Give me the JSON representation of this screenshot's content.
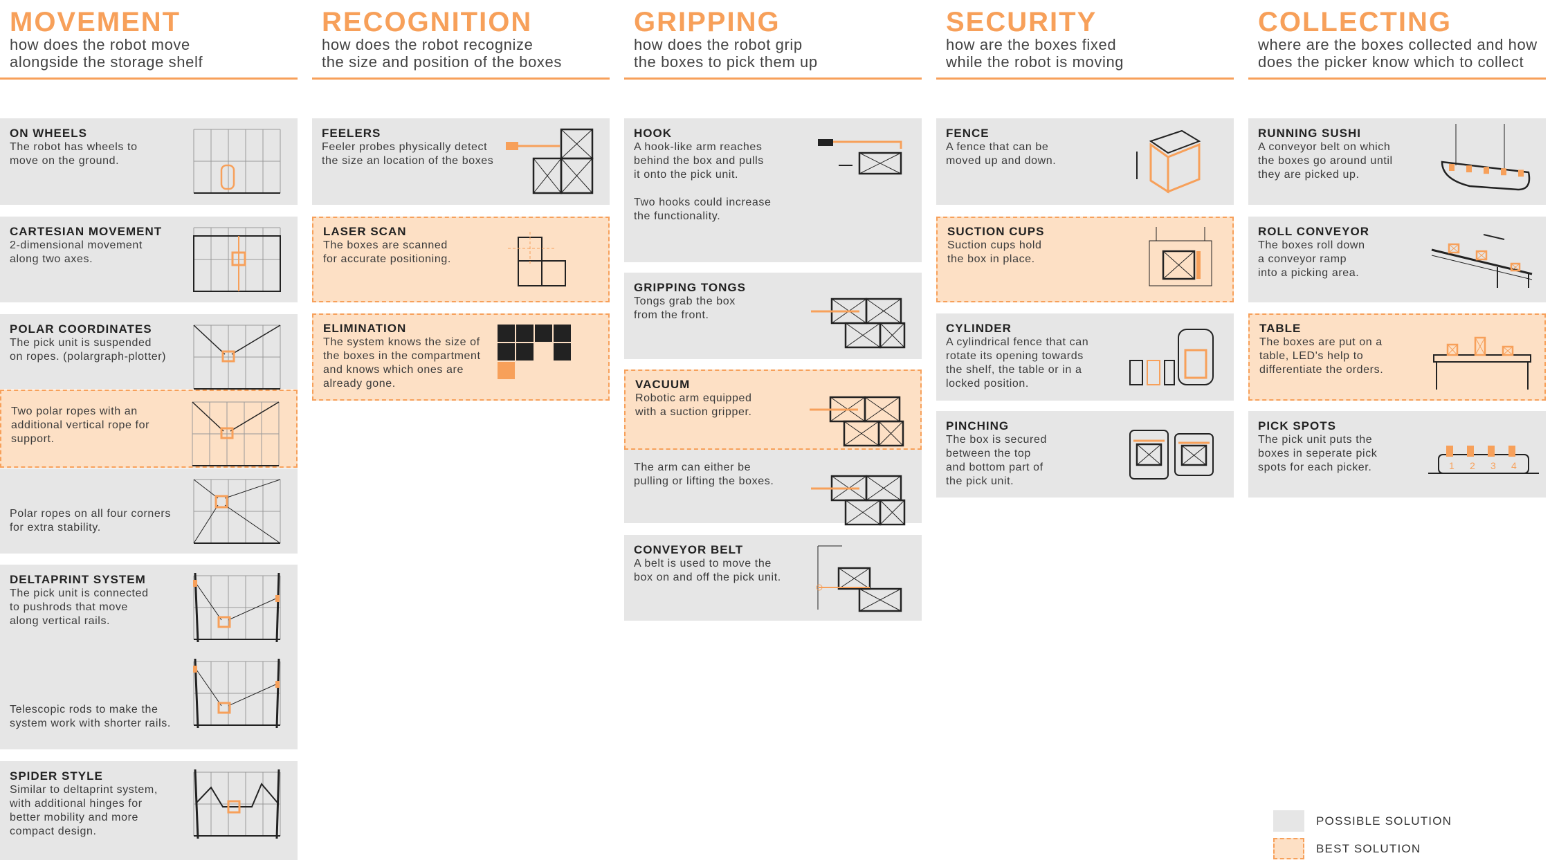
{
  "columns": [
    {
      "title": "MOVEMENT",
      "subtitle": [
        "how does the robot move",
        "alongside the storage shelf"
      ],
      "cards": [
        {
          "title": "ON WHEELS",
          "text": [
            "The robot has wheels to",
            "move on the ground."
          ],
          "solution": "possible"
        },
        {
          "title": "CARTESIAN MOVEMENT",
          "text": [
            "2-dimensional movement",
            "along two axes."
          ],
          "solution": "possible"
        },
        {
          "title": "POLAR COORDINATES",
          "text": [
            "The pick unit is suspended",
            "on ropes. (polargraph-plotter)"
          ],
          "solution": "possible"
        },
        {
          "text": [
            "Two polar ropes with an",
            "additional vertical rope for",
            "support."
          ],
          "solution": "best"
        },
        {
          "text": [
            "Polar ropes on all four corners",
            "for extra stability."
          ],
          "solution": "possible"
        },
        {
          "title": "DELTAPRINT SYSTEM",
          "text": [
            "The pick unit is connected",
            "to pushrods that move",
            "along vertical rails."
          ],
          "solution": "possible"
        },
        {
          "text": [
            "Telescopic rods to make the",
            "system work with shorter rails."
          ],
          "solution": "possible"
        },
        {
          "title": "SPIDER STYLE",
          "text": [
            "Similar to deltaprint system,",
            "with additional hinges for",
            "better mobility and more",
            "compact design."
          ],
          "solution": "possible"
        }
      ]
    },
    {
      "title": "RECOGNITION",
      "subtitle": [
        "how does the robot recognize",
        "the size and position of the boxes"
      ],
      "cards": [
        {
          "title": "FEELERS",
          "text": [
            "Feeler probes physically detect",
            "the size an location of the boxes"
          ],
          "solution": "possible"
        },
        {
          "title": "LASER SCAN",
          "text": [
            "The boxes are scanned",
            "for accurate positioning."
          ],
          "solution": "best"
        },
        {
          "title": "ELIMINATION",
          "text": [
            "The system knows the size of",
            "the boxes in the compartment",
            "and knows which ones are",
            "already gone."
          ],
          "solution": "best"
        }
      ]
    },
    {
      "title": "GRIPPING",
      "subtitle": [
        "how does the robot grip",
        "the boxes to pick them up"
      ],
      "cards": [
        {
          "title": "HOOK",
          "text": [
            "A hook-like arm reaches",
            "behind the box and pulls",
            "it onto the pick unit."
          ],
          "note": [
            "Two hooks could increase",
            "the functionality."
          ],
          "solution": "possible"
        },
        {
          "title": "GRIPPING TONGS",
          "text": [
            "Tongs grab the box",
            "from the front."
          ],
          "solution": "possible"
        },
        {
          "title": "VACUUM",
          "text": [
            "Robotic arm equipped",
            "with a suction gripper."
          ],
          "solution": "best"
        },
        {
          "text": [
            "The arm can either be",
            "pulling or lifting the boxes."
          ],
          "solution": "possible"
        },
        {
          "title": "CONVEYOR BELT",
          "text": [
            "A belt is used to move the",
            "box on and off the pick unit."
          ],
          "solution": "possible"
        }
      ]
    },
    {
      "title": "SECURITY",
      "subtitle": [
        "how are the boxes fixed",
        "while the robot is moving"
      ],
      "cards": [
        {
          "title": "FENCE",
          "text": [
            "A fence that can be",
            "moved up and down."
          ],
          "solution": "possible"
        },
        {
          "title": "SUCTION CUPS",
          "text": [
            "Suction cups hold",
            "the box in place."
          ],
          "solution": "best"
        },
        {
          "title": "CYLINDER",
          "text": [
            "A cylindrical fence that can",
            "rotate its opening towards",
            "the shelf, the table or in a",
            "locked position."
          ],
          "solution": "possible"
        },
        {
          "title": "PINCHING",
          "text": [
            "The box is secured",
            "between the top",
            "and bottom part of",
            "the pick unit."
          ],
          "solution": "possible"
        }
      ]
    },
    {
      "title": "COLLECTING",
      "subtitle": [
        "where are the boxes collected and how",
        "does the picker know which to collect"
      ],
      "cards": [
        {
          "title": "RUNNING SUSHI",
          "text": [
            "A conveyor belt on which",
            "the boxes go around until",
            "they are picked up."
          ],
          "solution": "possible"
        },
        {
          "title": "ROLL CONVEYOR",
          "text": [
            "The boxes roll down",
            "a conveyor ramp",
            "into a picking area."
          ],
          "solution": "possible"
        },
        {
          "title": "TABLE",
          "text": [
            "The boxes are put on a",
            "table, LED's help to",
            "differentiate the orders."
          ],
          "solution": "best"
        },
        {
          "title": "PICK SPOTS",
          "text": [
            "The pick unit puts the",
            "boxes in seperate pick",
            "spots for each picker."
          ],
          "solution": "possible",
          "labels": [
            "1",
            "2",
            "3",
            "4"
          ]
        }
      ]
    }
  ],
  "legend": {
    "possible": "POSSIBLE SOLUTION",
    "best": "BEST SOLUTION"
  },
  "colors": {
    "accent": "#f7a05a",
    "possible_bg": "#e6e6e6",
    "best_bg": "#fde0c5"
  }
}
